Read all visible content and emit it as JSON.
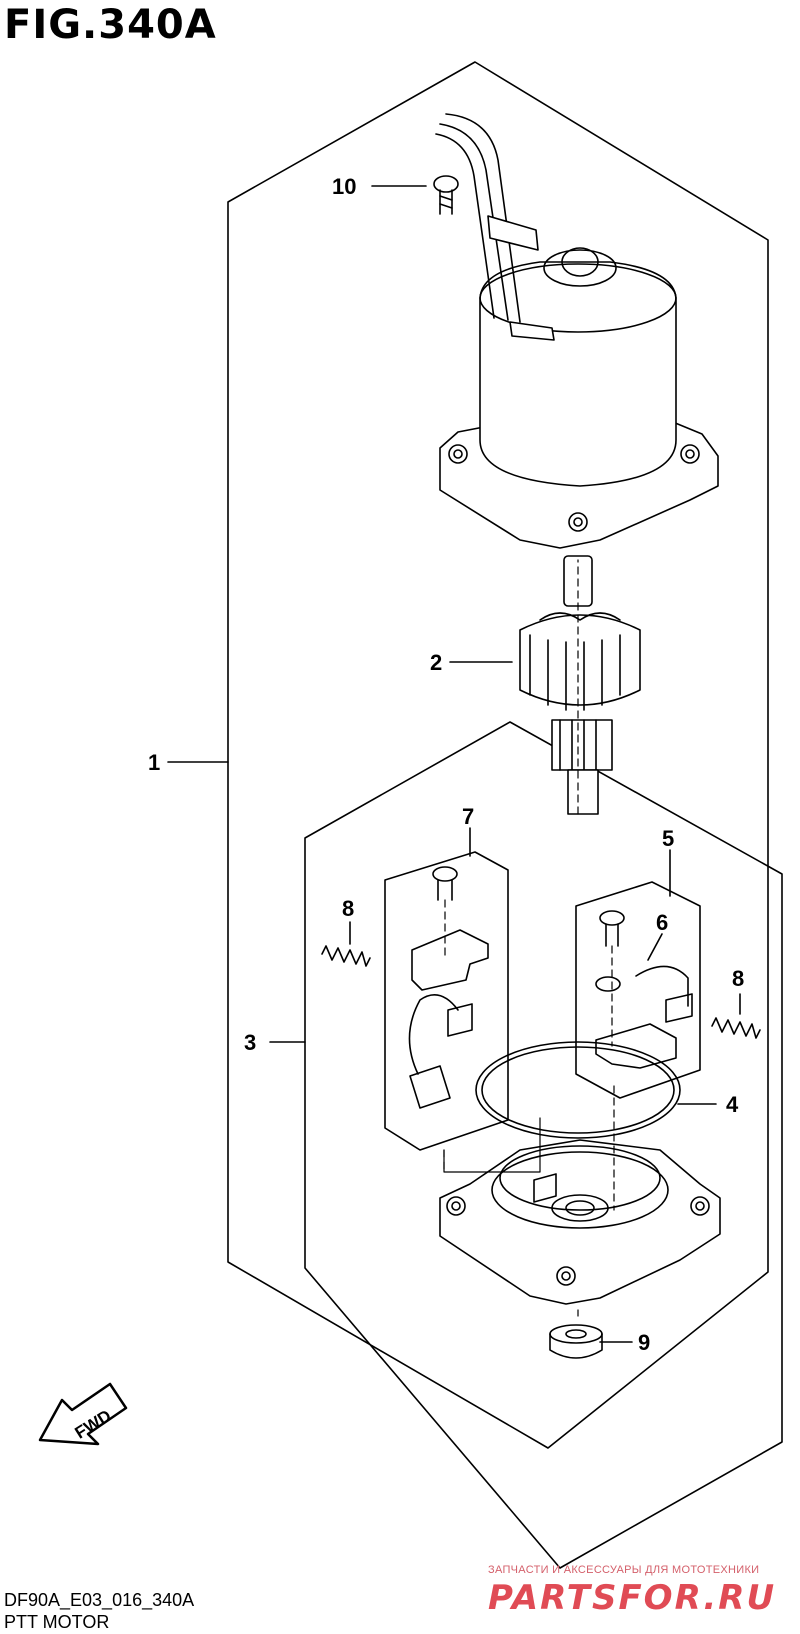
{
  "figure": {
    "title": "FIG.340A"
  },
  "callouts": [
    "1",
    "2",
    "3",
    "4",
    "5",
    "6",
    "7",
    "8",
    "8",
    "9",
    "10"
  ],
  "fwd_label": "FWD",
  "footer": {
    "code": "DF90A_E03_016_340A",
    "caption": "PTT MOTOR"
  },
  "watermark": {
    "tagline": "ЗАПЧАСТИ И АКСЕССУАРЫ ДЛЯ МОТОТЕХНИКИ",
    "logo": "PARTSFOR.RU"
  }
}
